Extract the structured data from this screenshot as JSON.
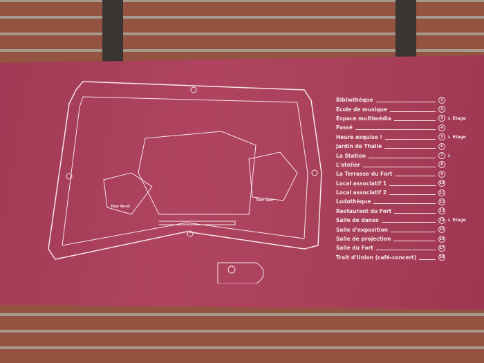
{
  "legend": [
    {
      "label": "Bibliothèque",
      "num": "1",
      "extra": ""
    },
    {
      "label": "Ecole de musique",
      "num": "2",
      "extra": ""
    },
    {
      "label": "Espace multimédia",
      "num": "3",
      "extra": "♿ Etage"
    },
    {
      "label": "Fossé",
      "num": "4",
      "extra": ""
    },
    {
      "label": "Heure exquise !",
      "num": "5",
      "extra": "♿ Etage"
    },
    {
      "label": "Jardin de Thalie",
      "num": "6",
      "extra": ""
    },
    {
      "label": "La Station",
      "num": "7",
      "extra": "♿"
    },
    {
      "label": "L'atelier",
      "num": "8",
      "extra": ""
    },
    {
      "label": "La Terrasse du Fort",
      "num": "9",
      "extra": ""
    },
    {
      "label": "Local associatif 1",
      "num": "10",
      "extra": ""
    },
    {
      "label": "Local associatif 2",
      "num": "11",
      "extra": ""
    },
    {
      "label": "Ludothèque",
      "num": "12",
      "extra": ""
    },
    {
      "label": "Restaurant du Fort",
      "num": "13",
      "extra": ""
    },
    {
      "label": "Salle de danse",
      "num": "14",
      "extra": "♿ Etage"
    },
    {
      "label": "Salle d'exposition",
      "num": "15",
      "extra": ""
    },
    {
      "label": "Salle de projection",
      "num": "16",
      "extra": ""
    },
    {
      "label": "Salle du Fort",
      "num": "17",
      "extra": ""
    },
    {
      "label": "Trait d'Union (café-concert)",
      "num": "18",
      "extra": ""
    }
  ],
  "map": {
    "tour_nord": "Tour Nord",
    "tour_sud": "Tour Sud"
  },
  "colors": {
    "panel": "#a8405a",
    "ink": "#f6e6ea"
  }
}
